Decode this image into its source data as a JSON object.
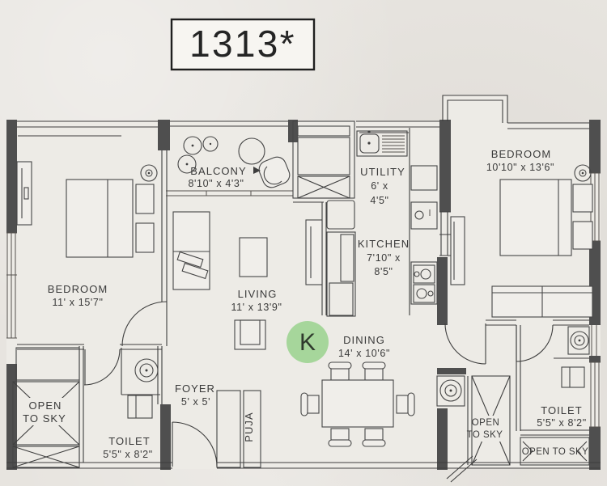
{
  "title": "1313*",
  "marker": {
    "label": "K",
    "color": "#a6d69b",
    "text_color": "#2f3a2d"
  },
  "rooms": {
    "bedroom1": {
      "name": "BEDROOM",
      "dims": "11' x 15'7\""
    },
    "bedroom2": {
      "name": "BEDROOM",
      "dims": "10'10\" x 13'6\""
    },
    "living": {
      "name": "LIVING",
      "dims": "11' x 13'9\""
    },
    "dining": {
      "name": "DINING",
      "dims": "14' x 10'6\""
    },
    "kitchen": {
      "name": "KITCHEN",
      "dims1": "7'10\" x",
      "dims2": "8'5\""
    },
    "utility": {
      "name": "UTILITY",
      "dims1": "6' x",
      "dims2": "4'5\""
    },
    "balcony": {
      "name": "BALCONY",
      "dims": "8'10\" x 4'3\""
    },
    "foyer": {
      "name": "FOYER",
      "dims": "5' x 5'"
    },
    "puja": {
      "name": "PUJA"
    },
    "toilet1": {
      "name": "TOILET",
      "dims": "5'5\" x 8'2\""
    },
    "toilet2": {
      "name": "TOILET",
      "dims": "5'5\" x 8'2\""
    },
    "open_to_sky_left": {
      "line1": "OPEN",
      "line2": "TO SKY"
    },
    "open_to_sky_right": {
      "line1": "OPEN",
      "line2": "TO SKY"
    },
    "open_to_sky_strip": {
      "label": "OPEN TO SKY"
    }
  }
}
